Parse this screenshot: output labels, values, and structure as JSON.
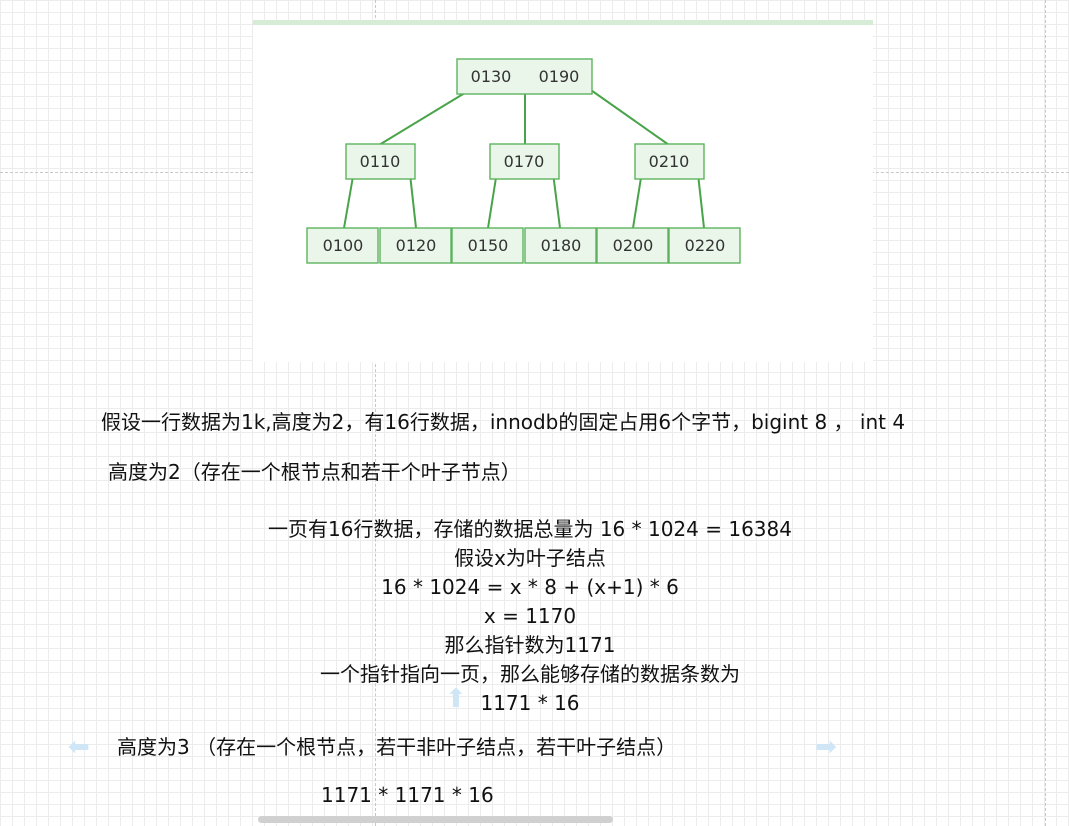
{
  "tree": {
    "root": {
      "keys": [
        "0130",
        "0190"
      ]
    },
    "internal": [
      {
        "key": "0110"
      },
      {
        "key": "0170"
      },
      {
        "key": "0210"
      }
    ],
    "leaves": [
      "0100",
      "0120",
      "0150",
      "0180",
      "0200",
      "0220"
    ]
  },
  "text": {
    "assumption": "假设一行数据为1k,高度为2，有16行数据，innodb的固定占用6个字节，bigint 8 ， int 4",
    "height2_heading": "高度为2（存在一个根节点和若干个叶子节点）",
    "calc_lines": [
      "一页有16行数据，存储的数据总量为 16 * 1024 = 16384",
      "假设x为叶子结点",
      "16 * 1024 = x * 8 + (x+1) * 6",
      "x = 1170",
      "那么指针数为1171",
      "一个指针指向一页，那么能够存储的数据条数为",
      "1171 * 16"
    ],
    "height3_heading": "高度为3 （存在一个根节点，若干非叶子结点，若干叶子结点）",
    "height3_formula": "1171 * 1171 * 16"
  },
  "icons": {
    "left_arrow": "arrow-left-icon",
    "right_arrow": "arrow-right-icon",
    "up_arrow": "arrow-up-icon"
  },
  "colors": {
    "node_fill": "#eaf6ea",
    "node_border": "#5db35d",
    "edge": "#49a349"
  }
}
